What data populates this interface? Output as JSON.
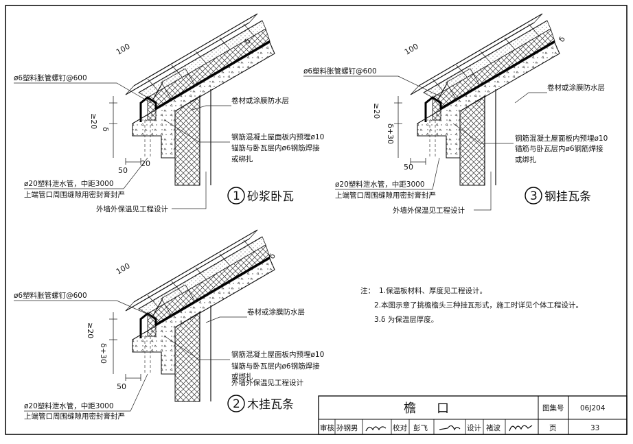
{
  "labels": {
    "nail": "ø6塑料胀管螺钉@600",
    "waterproof": "卷材或涂膜防水层",
    "rebar1": "钢筋混凝土屋面板内预埋ø10",
    "rebar2": "锚筋与卧瓦层内ø6钢筋焊接",
    "rebar3": "或绑扎",
    "drain1": "ø20塑料泄水管，中距3000",
    "drain2": "上端管口周围缝隙用密封膏封严",
    "insul": "外墙外保温见工程设计"
  },
  "dims": {
    "d100": "100",
    "d20": "≥20",
    "d30": "δ+30",
    "d50": "50",
    "d20b": "20",
    "delta": "δ"
  },
  "details": [
    {
      "num": "1",
      "title": "砂浆卧瓦"
    },
    {
      "num": "2",
      "title": "木挂瓦条"
    },
    {
      "num": "3",
      "title": "钢挂瓦条"
    }
  ],
  "notes": {
    "prefix": "注：",
    "items": [
      "1.保温板材料、厚度见工程设计。",
      "2.本图示意了挑檐檐头三种挂瓦形式，施工时详见个体工程设计。",
      "3.δ 为保温层厚度。"
    ]
  },
  "title_block": {
    "title": "檐　口",
    "atlas_label": "图集号",
    "atlas_no": "06J204",
    "page_label": "页",
    "page_no": "33",
    "review_label": "审核",
    "review_name": "孙钢男",
    "check_label": "校对",
    "check_name": "彭飞",
    "design_label": "设计",
    "design_name": "褚波"
  }
}
